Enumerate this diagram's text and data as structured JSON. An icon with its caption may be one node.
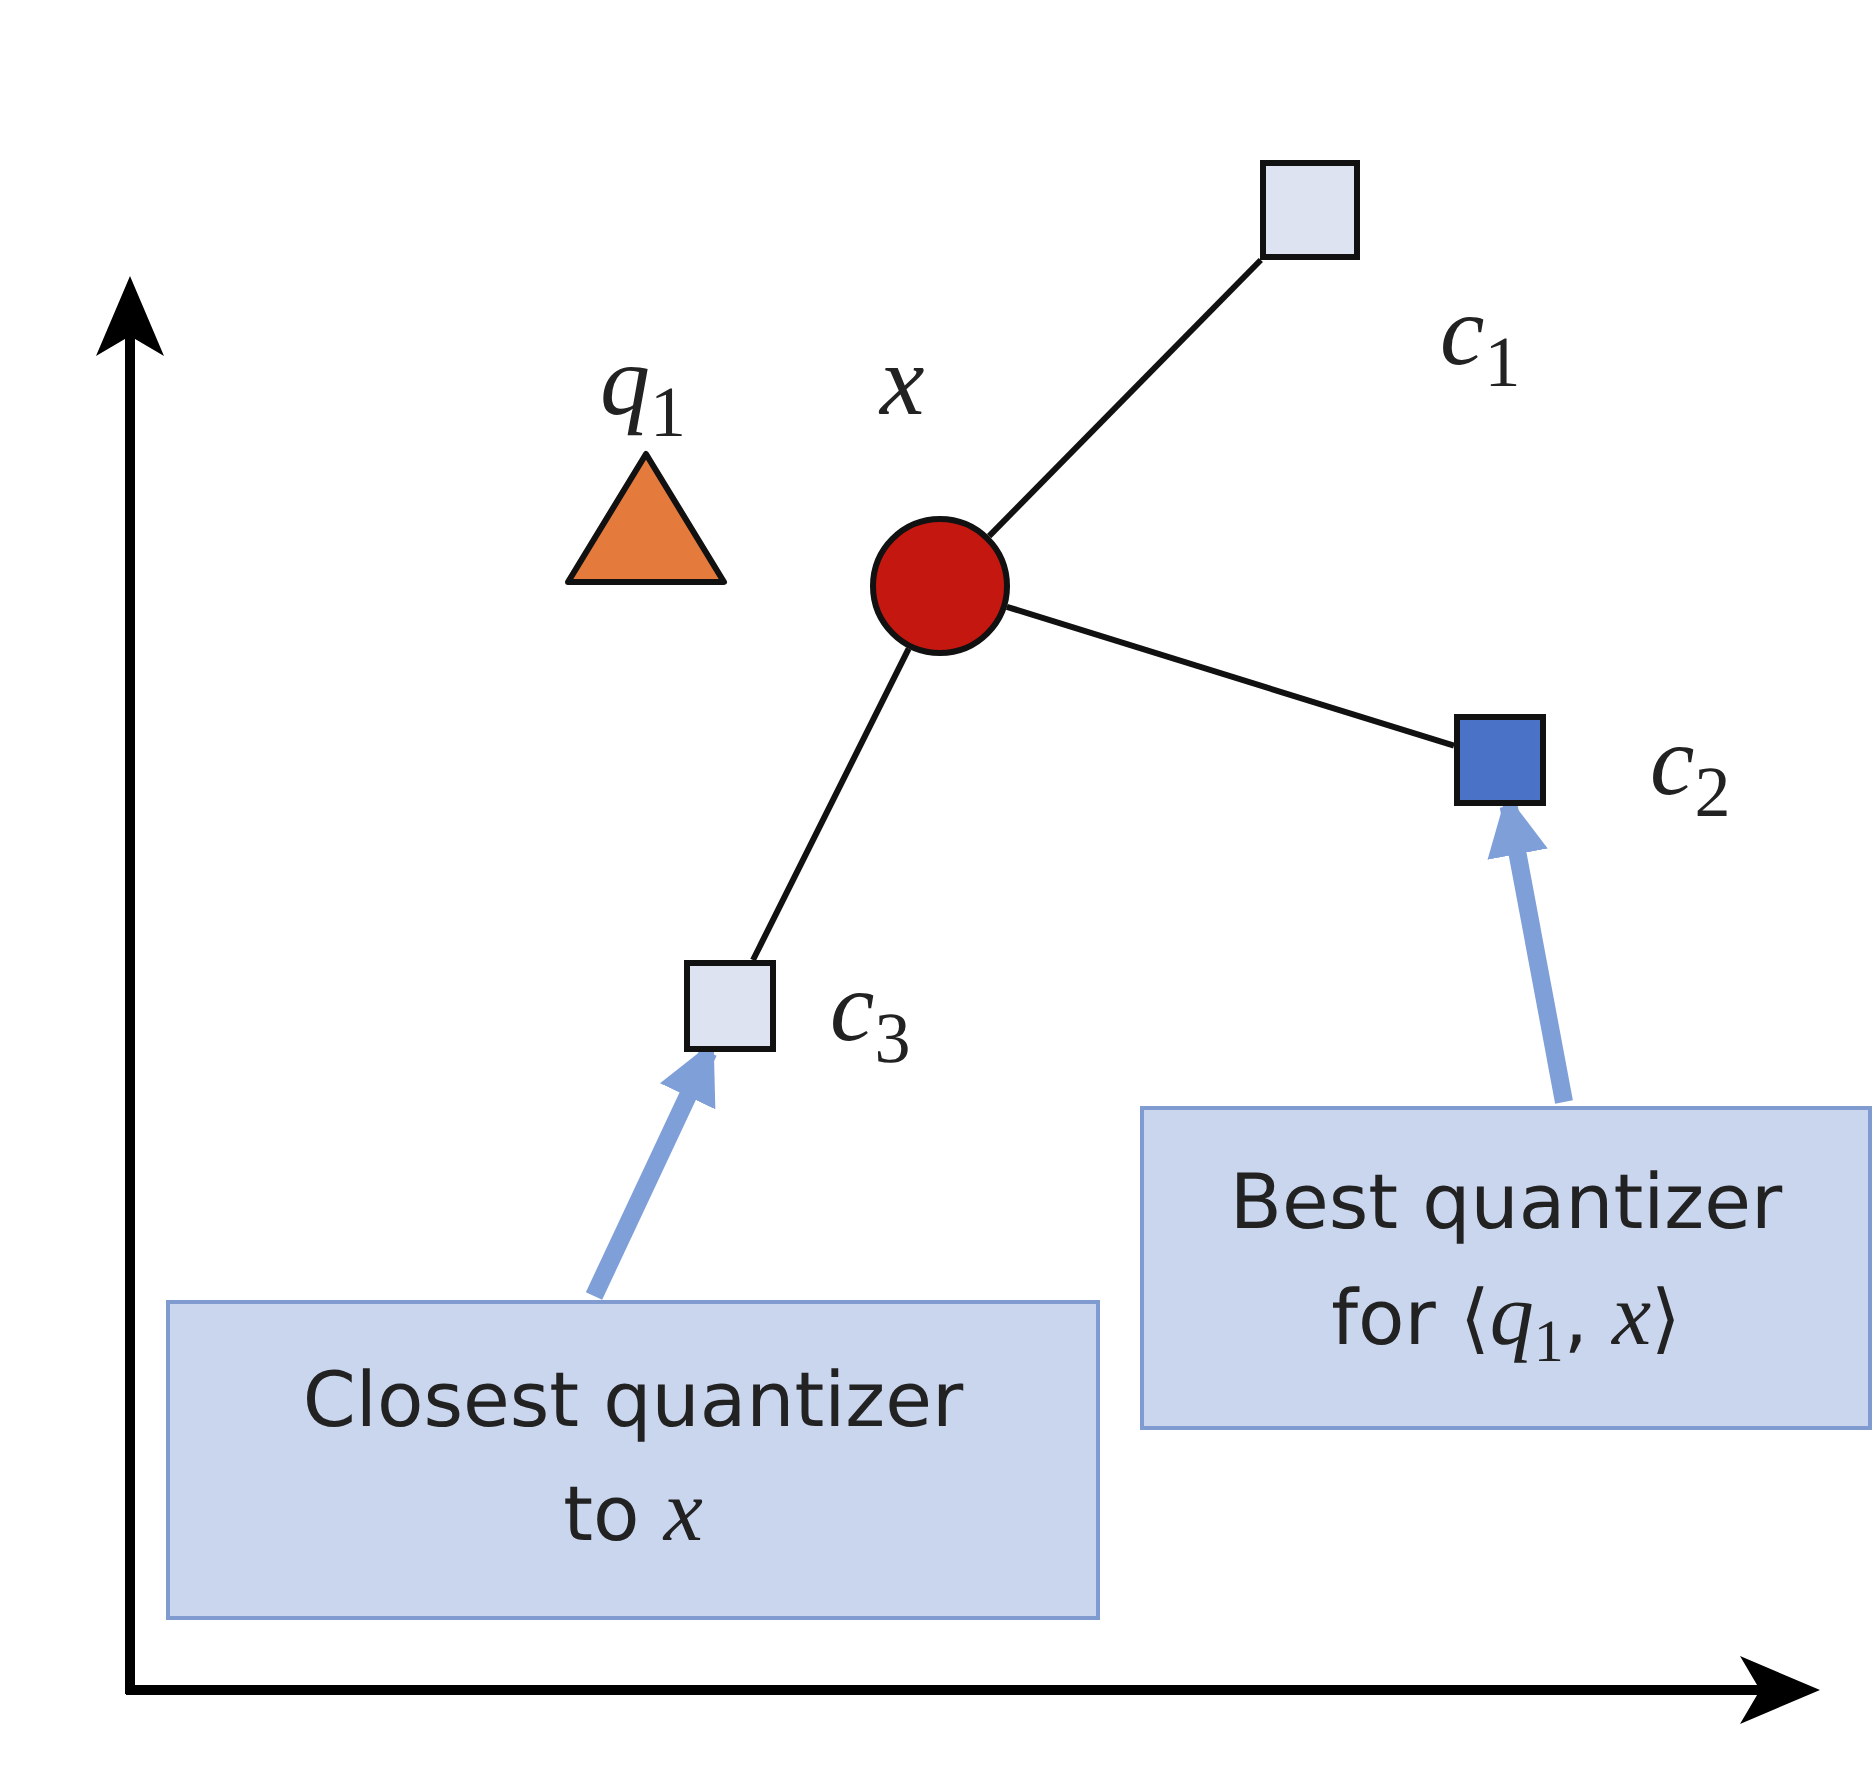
{
  "diagram": {
    "nodes": [
      {
        "text": [],
        "shape": "box",
        "beside": [
          "*c*$_{1}$"
        ]
      },
      {
        "text": [],
        "shape": "triangle",
        "beside": [
          "*q*$_{1}$"
        ]
      },
      {
        "text": [],
        "shape": "circle",
        "beside": [
          "*x*"
        ]
      },
      {
        "text": [],
        "shape": "box",
        "beside": [
          "*c*$_{2}$"
        ]
      },
      {
        "text": [],
        "shape": "box",
        "beside": [
          "*c*$_{3}$"
        ]
      },
      {
        "text": [
          "Best quantizer for ⟨*q*$_{1}$, *x*⟩"
        ]
      },
      {
        "text": [
          "Closest quantizer to *x*"
        ]
      }
    ],
    "edges": [
      {
        "from": 2,
        "to": 0,
        "arrow": "none"
      },
      {
        "from": 2,
        "to": 3,
        "arrow": "none"
      },
      {
        "from": 2,
        "to": 4,
        "arrow": "none"
      },
      {
        "from": 5,
        "to": 3,
        "arrow": "to",
        "style": "thick",
        "color": "#7f9fd8"
      },
      {
        "from": 6,
        "to": 4,
        "arrow": "to",
        "style": "thick",
        "color": "#7f9fd8"
      }
    ]
  }
}
